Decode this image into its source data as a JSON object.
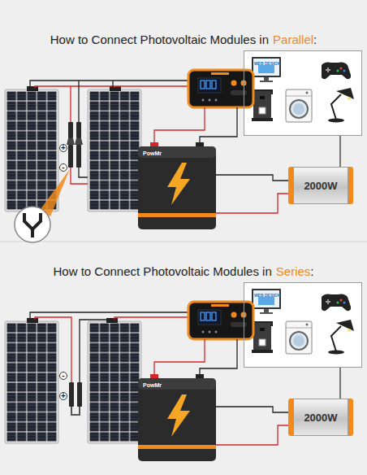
{
  "diagram": {
    "nodes": [
      {
        "text": [
          "WEB DESIGN"
        ]
      },
      {
        "text": [
          "2000W"
        ]
      },
      {
        "text": [
          "WEB DESIGN"
        ]
      },
      {
        "text": [
          "2000W"
        ]
      }
    ],
    "edges": [
      {
        "from": 1,
        "to": 0,
        "arrow": "none"
      },
      {
        "from": 3,
        "to": 2,
        "arrow": "none"
      }
    ],
    "labels": [
      "How to Connect Photovoltaic Modules in",
      "Parallel",
      ":",
      "+",
      "-",
      "PowMr",
      "How to Connect Photovoltaic Modules in",
      "Series",
      ":",
      "-",
      "+",
      "PowMr"
    ]
  }
}
